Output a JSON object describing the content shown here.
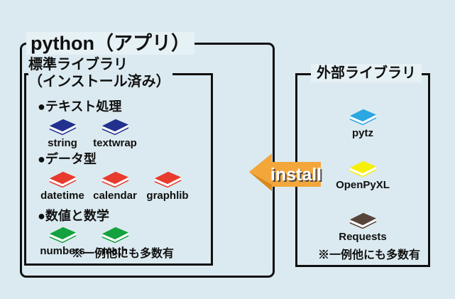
{
  "colors": {
    "background": "#dbeaf0",
    "border": "#101010",
    "title_backdrop": "#e6f1f5",
    "arrow": "#f3a63a",
    "arrow_shade": "#d8881c",
    "install_text": "#ffffff",
    "install_text_shadow": "#4a4a4a",
    "book_page": "#ffffff"
  },
  "python_box": {
    "title": "python（アプリ）"
  },
  "stdlib_box": {
    "title_line1": "標準ライブラリ",
    "title_line2": "（インストール済み）",
    "categories": [
      {
        "label": "●テキスト処理",
        "book_color": "#22308e",
        "books": [
          "string",
          "textwrap"
        ]
      },
      {
        "label": "●データ型",
        "book_color": "#e83a2d",
        "books": [
          "datetime",
          "calendar",
          "graphlib"
        ]
      },
      {
        "label": "●数値と数学",
        "book_color": "#14a23e",
        "books": [
          "numbers",
          "math"
        ]
      }
    ],
    "note": "※一例他にも多数有"
  },
  "install_arrow": {
    "label": "install"
  },
  "external_box": {
    "title": "外部ライブラリ",
    "books": [
      {
        "name": "pytz",
        "color": "#2ba7e1"
      },
      {
        "name": "OpenPyXL",
        "color": "#f6ef0c"
      },
      {
        "name": "Requests",
        "color": "#57443a"
      }
    ],
    "note": "※一例他にも多数有"
  }
}
